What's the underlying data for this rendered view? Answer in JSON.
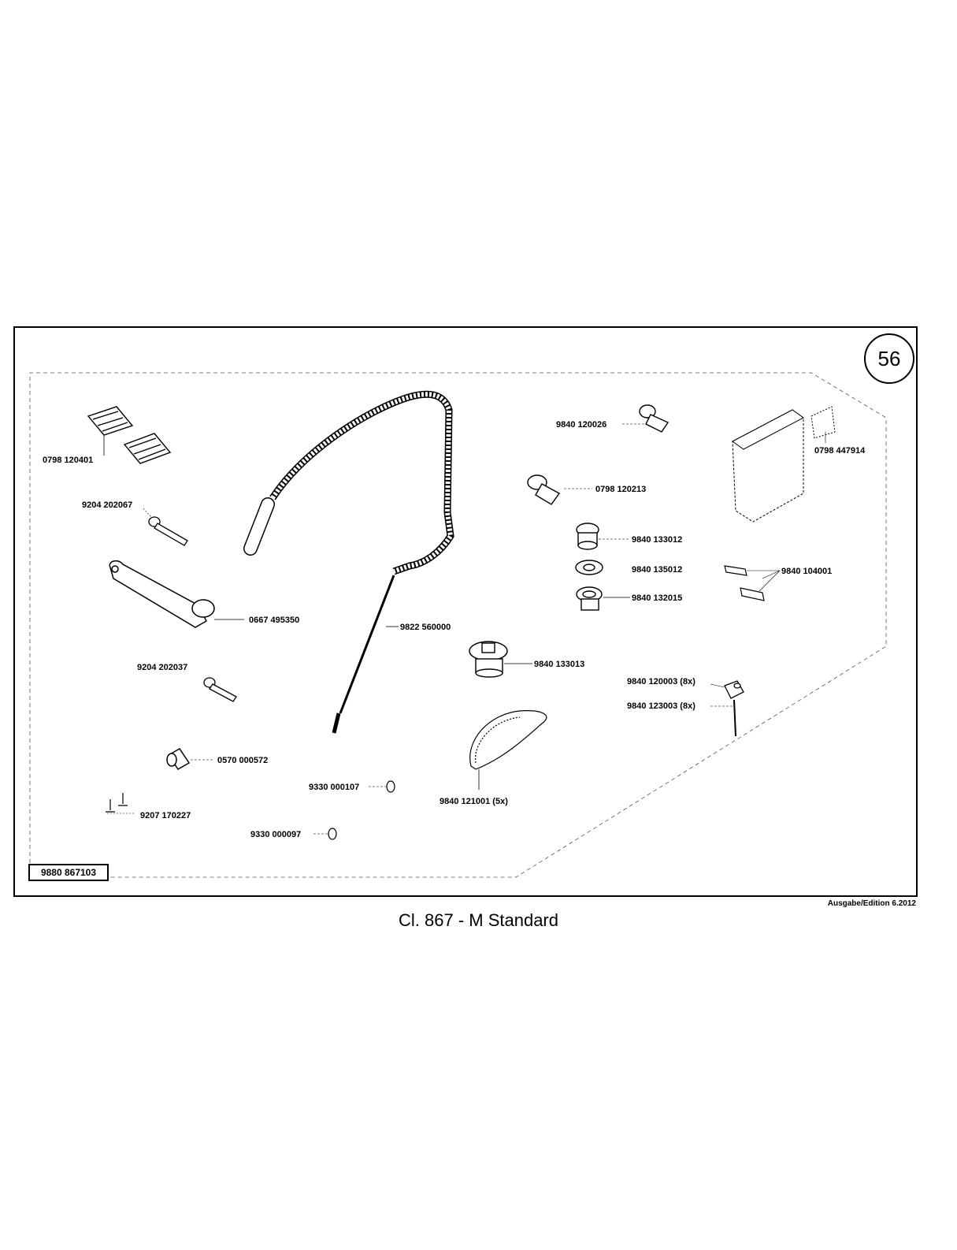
{
  "sheet": {
    "page_number": "56",
    "document_number": "9880 867103",
    "title": "Cl. 867 - M Standard",
    "edition": "Ausgabe/Edition  6.2012"
  },
  "parts": [
    "0798 120401",
    "9204 202067",
    "0667 495350",
    "9204 202037",
    "0570 000572",
    "9207 170227",
    "9822 560000",
    "9330 000107",
    "9330 000097",
    "9840 120026",
    "0798 120213",
    "9840 133012",
    "9840 135012",
    "9840 132015",
    "9840 133013",
    "9840 121001 (5x)",
    "9840 120003 (8x)",
    "9840 123003 (8x)",
    "9840 104001",
    "0798 447914"
  ]
}
